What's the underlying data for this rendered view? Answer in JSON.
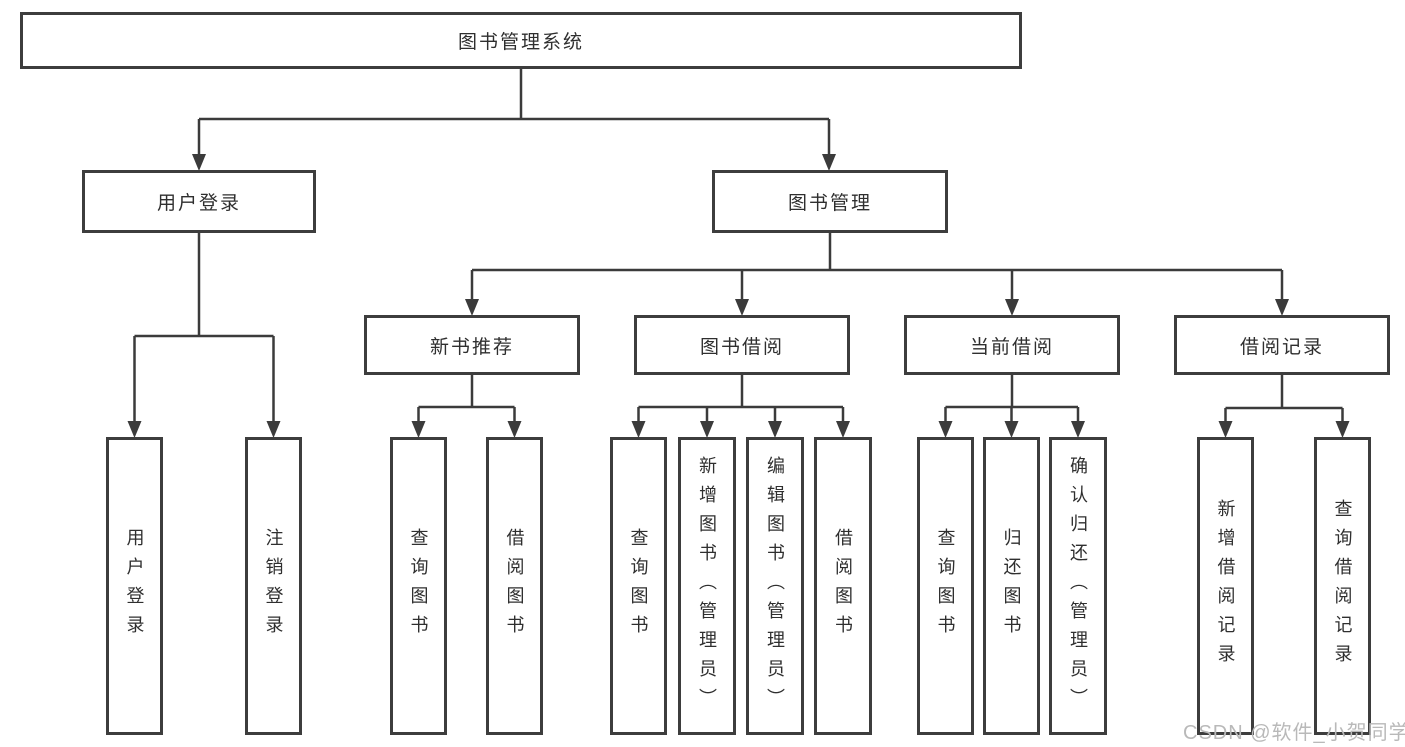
{
  "diagram": {
    "root": {
      "label": "图书管理系统"
    },
    "level2": [
      {
        "label": "用户登录"
      },
      {
        "label": "图书管理"
      }
    ],
    "login_children": [
      {
        "label": "用户登录"
      },
      {
        "label": "注销登录"
      }
    ],
    "mgmt_sections": [
      {
        "label": "新书推荐",
        "children": [
          {
            "label": "查询图书"
          },
          {
            "label": "借阅图书"
          }
        ]
      },
      {
        "label": "图书借阅",
        "children": [
          {
            "label": "查询图书"
          },
          {
            "label": "新增图书（管理员）"
          },
          {
            "label": "编辑图书（管理员）"
          },
          {
            "label": "借阅图书"
          }
        ]
      },
      {
        "label": "当前借阅",
        "children": [
          {
            "label": "查询图书"
          },
          {
            "label": "归还图书"
          },
          {
            "label": "确认归还（管理员）"
          }
        ]
      },
      {
        "label": "借阅记录",
        "children": [
          {
            "label": "新增借阅记录"
          },
          {
            "label": "查询借阅记录"
          }
        ]
      }
    ]
  },
  "watermark": {
    "text": "CSDN @软件_小贺同学"
  },
  "colors": {
    "line": "#3b3b3b",
    "text": "#2f2f2f",
    "watermark": "#b9b9b9"
  }
}
